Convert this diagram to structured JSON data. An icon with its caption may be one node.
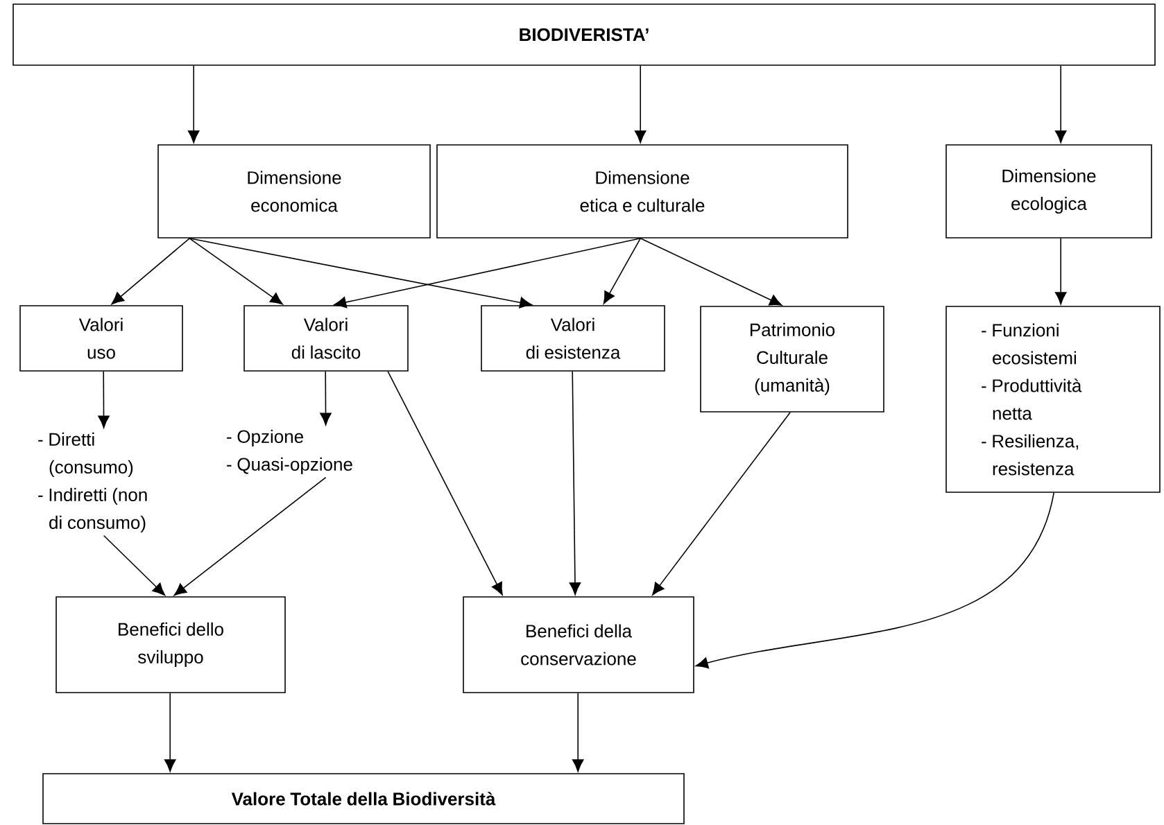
{
  "diagram": {
    "nodes": [
      {
        "text": [
          "BIODIVERISTA’"
        ]
      },
      {
        "text": [
          "Dimensione economica"
        ]
      },
      {
        "text": [
          "Dimensione etica e culturale"
        ]
      },
      {
        "text": [
          "Dimensione ecologica"
        ]
      },
      {
        "text": [
          "Valori uso"
        ]
      },
      {
        "text": [
          "Valori di lascito"
        ]
      },
      {
        "text": [
          "Valori di esistenza"
        ]
      },
      {
        "text": [
          "Patrimonio Culturale (umanità)"
        ]
      },
      {
        "text": [
          "- Funzioni ecosistemi",
          "- Produttività netta",
          "- Resilienza, resistenza"
        ]
      },
      {
        "text": [
          "- Diretti (consumo)",
          "- Indiretti (non di consumo)"
        ]
      },
      {
        "text": [
          "- Opzione",
          "- Quasi-opzione"
        ]
      },
      {
        "text": [
          "Benefici dello sviluppo"
        ]
      },
      {
        "text": [
          "Benefici della conservazione"
        ]
      },
      {
        "text": [
          "Valore Totale della Biodiversità"
        ]
      }
    ],
    "edges": [
      {
        "from": 0,
        "to": 1,
        "arrow": "to"
      },
      {
        "from": 0,
        "to": 2,
        "arrow": "to"
      },
      {
        "from": 0,
        "to": 3,
        "arrow": "to"
      },
      {
        "from": 1,
        "to": 4,
        "arrow": "to"
      },
      {
        "from": 1,
        "to": 5,
        "arrow": "to"
      },
      {
        "from": 1,
        "to": 6,
        "arrow": "to"
      },
      {
        "from": 2,
        "to": 5,
        "arrow": "to"
      },
      {
        "from": 2,
        "to": 6,
        "arrow": "to"
      },
      {
        "from": 2,
        "to": 7,
        "arrow": "to"
      },
      {
        "from": 3,
        "to": 8,
        "arrow": "to"
      },
      {
        "from": 4,
        "to": 9,
        "arrow": "to"
      },
      {
        "from": 5,
        "to": 10,
        "arrow": "to"
      },
      {
        "from": 9,
        "to": 11,
        "arrow": "to"
      },
      {
        "from": 10,
        "to": 11,
        "arrow": "to"
      },
      {
        "from": 5,
        "to": 12,
        "arrow": "to"
      },
      {
        "from": 6,
        "to": 12,
        "arrow": "to"
      },
      {
        "from": 7,
        "to": 12,
        "arrow": "to"
      },
      {
        "from": 8,
        "to": 12,
        "arrow": "to"
      },
      {
        "from": 11,
        "to": 13,
        "arrow": "to"
      },
      {
        "from": 12,
        "to": 13,
        "arrow": "to"
      }
    ]
  }
}
